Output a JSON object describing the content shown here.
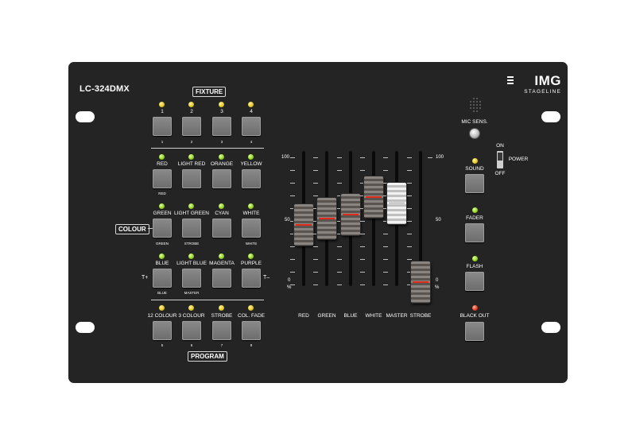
{
  "device": {
    "model": "LC-324DMX",
    "logo": {
      "main": "IMG",
      "sub": "STAGELINE"
    }
  },
  "sections": {
    "fixture": "FIXTURE",
    "colour": "COLOUR",
    "program": "PROGRAM"
  },
  "fixture_buttons": [
    {
      "label": "1",
      "sub": "1",
      "led": "yellow"
    },
    {
      "label": "2",
      "sub": "2",
      "led": "yellow"
    },
    {
      "label": "3",
      "sub": "3",
      "led": "yellow"
    },
    {
      "label": "4",
      "sub": "4",
      "led": "yellow"
    }
  ],
  "colour_rows": [
    [
      {
        "label": "RED",
        "sub": "RED",
        "led": "green"
      },
      {
        "label": "LIGHT RED",
        "sub": "",
        "led": "green"
      },
      {
        "label": "ORANGE",
        "sub": "",
        "led": "green"
      },
      {
        "label": "YELLOW",
        "sub": "",
        "led": "green"
      }
    ],
    [
      {
        "label": "GREEN",
        "sub": "GREEN",
        "led": "green"
      },
      {
        "label": "LIGHT GREEN",
        "sub": "STROBE",
        "led": "green"
      },
      {
        "label": "CYAN",
        "sub": "",
        "led": "green"
      },
      {
        "label": "WHITE",
        "sub": "WHITE",
        "led": "green"
      }
    ],
    [
      {
        "label": "BLUE",
        "sub": "BLUE",
        "led": "green"
      },
      {
        "label": "LIGHT BLUE",
        "sub": "MASTER",
        "led": "green"
      },
      {
        "label": "MAGENTA",
        "sub": "",
        "led": "green"
      },
      {
        "label": "PURPLE",
        "sub": "",
        "led": "green"
      }
    ]
  ],
  "tap_marks": {
    "plus": "T+",
    "minus": "T–"
  },
  "program_buttons": [
    {
      "label": "12 COLOUR",
      "sub": "5",
      "led": "yellow"
    },
    {
      "label": "3 COLOUR",
      "sub": "6",
      "led": "yellow"
    },
    {
      "label": "STROBE",
      "sub": "7",
      "led": "yellow"
    },
    {
      "label": "COL. FADE",
      "sub": "8",
      "led": "yellow"
    }
  ],
  "fader_scale": {
    "top": "100",
    "mid": "50",
    "bottom": "0",
    "unit": "%"
  },
  "faders": [
    {
      "label": "RED",
      "level": 0.45
    },
    {
      "label": "GREEN",
      "level": 0.5
    },
    {
      "label": "BLUE",
      "level": 0.53
    },
    {
      "label": "WHITE",
      "level": 0.67
    },
    {
      "label": "MASTER",
      "level": 0.62
    },
    {
      "label": "STROBE",
      "level": 0.0
    }
  ],
  "right_controls": {
    "mic_sens": "MIC SENS.",
    "sound": "SOUND",
    "fader": "FADER",
    "flash": "FLASH",
    "black_out": "BLACK OUT",
    "power": "POWER",
    "on": "ON",
    "off": "OFF"
  },
  "colors": {
    "panel": "#242424",
    "led_yellow": "#e3c61c",
    "led_green": "#8fd21e",
    "led_red": "#e03a1c",
    "fader_mark": "#e02a1c"
  }
}
